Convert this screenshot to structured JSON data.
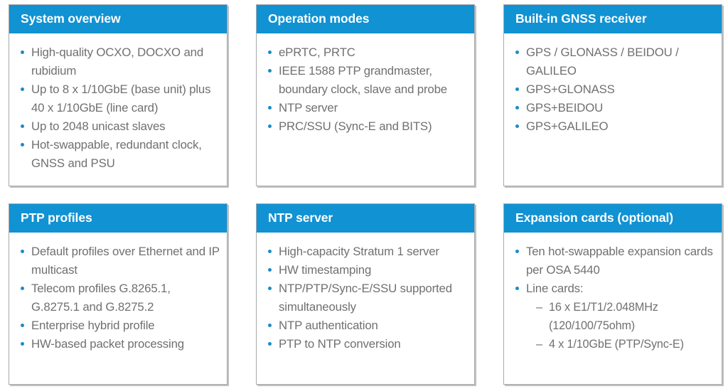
{
  "theme": {
    "header_bg": "#1092d3",
    "header_text": "#ffffff",
    "body_text": "#6f7072",
    "bullet_color": "#1b8bc9",
    "card_border": "#a7a9ac",
    "page_bg": "#ffffff"
  },
  "cards": [
    {
      "id": "system-overview",
      "title": "System overview",
      "bullets": [
        {
          "text": "High-quality OCXO, DOCXO and rubidium"
        },
        {
          "text": "Up to 8 x 1/10GbE (base unit) plus 40 x 1/10GbE (line card)"
        },
        {
          "text": "Up to 2048 unicast slaves"
        },
        {
          "text": "Hot-swappable, redundant clock, GNSS and PSU"
        }
      ]
    },
    {
      "id": "operation-modes",
      "title": "Operation modes",
      "bullets": [
        {
          "text": "ePRTC, PRTC"
        },
        {
          "text": "IEEE 1588 PTP grandmaster, boundary clock, slave and probe"
        },
        {
          "text": "NTP server"
        },
        {
          "text": "PRC/SSU (Sync-E and BITS)"
        }
      ]
    },
    {
      "id": "built-in-gnss-receiver",
      "title": "Built-in GNSS receiver",
      "bullets": [
        {
          "text": "GPS / GLONASS / BEIDOU / GALILEO"
        },
        {
          "text": "GPS+GLONASS"
        },
        {
          "text": "GPS+BEIDOU"
        },
        {
          "text": "GPS+GALILEO"
        }
      ]
    },
    {
      "id": "ptp-profiles",
      "title": "PTP profiles",
      "bullets": [
        {
          "text": "Default profiles over Ethernet and IP multicast"
        },
        {
          "text": "Telecom profiles G.8265.1, G.8275.1 and G.8275.2"
        },
        {
          "text": "Enterprise hybrid profile"
        },
        {
          "text": "HW-based packet processing"
        }
      ]
    },
    {
      "id": "ntp-server",
      "title": "NTP server",
      "bullets": [
        {
          "text": "High-capacity Stratum 1 server"
        },
        {
          "text": "HW timestamping"
        },
        {
          "text": "NTP/PTP/Sync-E/SSU supported simultaneously"
        },
        {
          "text": "NTP authentication"
        },
        {
          "text": "PTP to NTP conversion"
        }
      ]
    },
    {
      "id": "expansion-cards-optional",
      "title": "Expansion cards (optional)",
      "bullets": [
        {
          "text": "Ten hot-swappable expansion cards per OSA 5440"
        },
        {
          "text": "Line cards:",
          "sub_marker": "–",
          "sub": [
            "16 x E1/T1/2.048MHz (120/100/75ohm)",
            "4 x 1/10GbE (PTP/Sync-E)"
          ]
        }
      ]
    }
  ]
}
